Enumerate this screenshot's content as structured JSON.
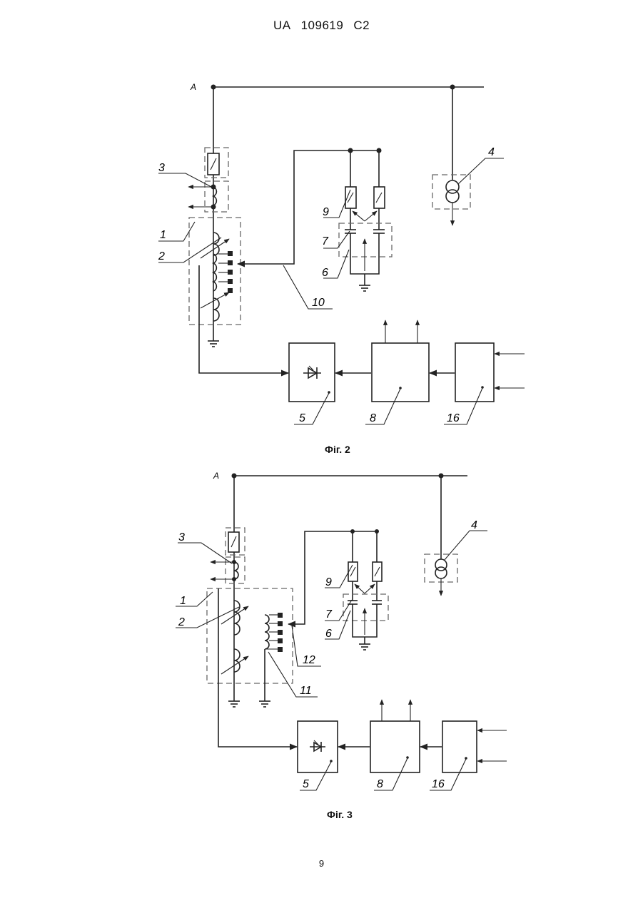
{
  "header": {
    "country": "UA",
    "number": "109619",
    "kind": "C2"
  },
  "figures": [
    {
      "caption": "Фіг. 2",
      "labels": {
        "node": "A",
        "l1": "1",
        "l2": "2",
        "l3": "3",
        "l4": "4",
        "l5": "5",
        "l6": "6",
        "l7": "7",
        "l8": "8",
        "l9": "9",
        "l10": "10",
        "l16": "16"
      }
    },
    {
      "caption": "Фіг. 3",
      "labels": {
        "node": "A",
        "l1": "1",
        "l2": "2",
        "l3": "3",
        "l4": "4",
        "l5": "5",
        "l6": "6",
        "l7": "7",
        "l8": "8",
        "l9": "9",
        "l11": "11",
        "l12": "12",
        "l16": "16"
      }
    }
  ],
  "page_number": "9"
}
